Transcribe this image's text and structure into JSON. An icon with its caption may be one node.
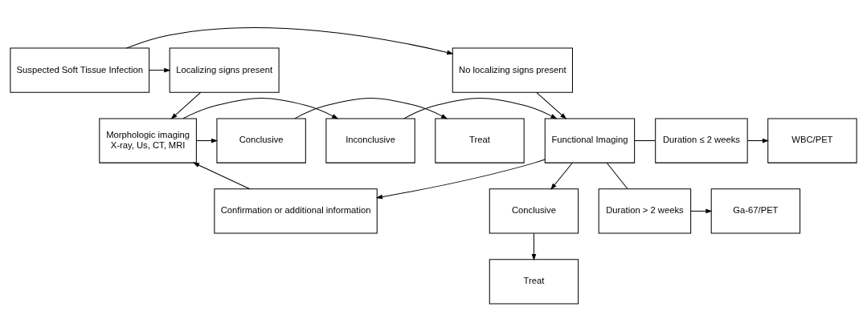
{
  "diagram": {
    "nodes": [
      {
        "text": [
          "Suspected Soft Tissue Infection"
        ]
      },
      {
        "text": [
          "No localizing signs present"
        ]
      },
      {
        "text": [
          "Localizing signs present"
        ]
      },
      {
        "text": [
          "Duration ≤ 2 weeks"
        ]
      },
      {
        "text": [
          "WBC/PET"
        ]
      },
      {
        "text": [
          "Functional Imaging"
        ]
      },
      {
        "text": [
          "Inconclusive"
        ]
      },
      {
        "text": [
          "Morphologic imaging",
          "X-ray, Us, CT, MRI"
        ]
      },
      {
        "text": [
          "Conclusive"
        ]
      },
      {
        "text": [
          "Treat"
        ]
      },
      {
        "text": [
          "Duration > 2 weeks"
        ]
      },
      {
        "text": [
          "Ga-67/PET"
        ]
      },
      {
        "text": [
          "Conclusive"
        ]
      },
      {
        "text": [
          "Confirmation or additional information"
        ]
      },
      {
        "text": [
          "Treat"
        ]
      }
    ],
    "edges": [
      {
        "from": 0,
        "to": 1,
        "arrow": "to"
      },
      {
        "from": 0,
        "to": 2,
        "arrow": "to"
      },
      {
        "from": 1,
        "to": 5,
        "arrow": "to"
      },
      {
        "from": 2,
        "to": 7,
        "arrow": "to"
      },
      {
        "from": 7,
        "to": 6,
        "arrow": "to"
      },
      {
        "from": 6,
        "to": 5,
        "arrow": "to"
      },
      {
        "from": 7,
        "to": 8,
        "arrow": "to"
      },
      {
        "from": 8,
        "to": 9,
        "arrow": "to"
      },
      {
        "from": 5,
        "to": 3,
        "arrow": "none"
      },
      {
        "from": 3,
        "to": 4,
        "arrow": "to"
      },
      {
        "from": 5,
        "to": 10,
        "arrow": "none"
      },
      {
        "from": 10,
        "to": 11,
        "arrow": "to"
      },
      {
        "from": 5,
        "to": 12,
        "arrow": "to"
      },
      {
        "from": 5,
        "to": 13,
        "arrow": "to"
      },
      {
        "from": 13,
        "to": 7,
        "arrow": "to"
      },
      {
        "from": 12,
        "to": 14,
        "arrow": "to"
      }
    ]
  }
}
